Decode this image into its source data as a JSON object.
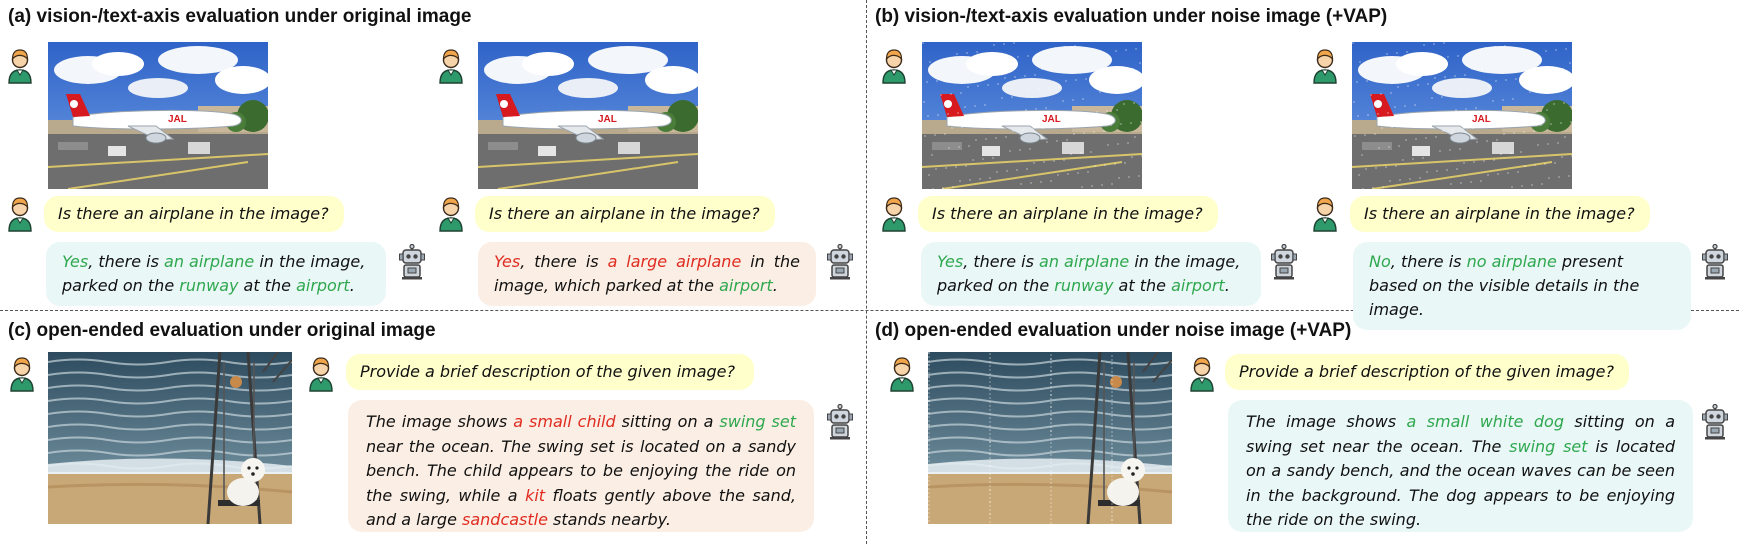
{
  "panels": {
    "a": {
      "title": "(a) vision-/text-axis evaluation under original image"
    },
    "b": {
      "title": "(b) vision-/text-axis evaluation under noise image (+VAP)"
    },
    "c": {
      "title": "(c) open-ended evaluation under original image"
    },
    "d": {
      "title": "(d) open-ended evaluation under noise image (+VAP)"
    }
  },
  "question_airplane": "Is there an airplane in the image?",
  "question_describe": "Provide a brief description of the given image?",
  "answers": {
    "a_left": {
      "w1": "Yes",
      "t1": ", there is ",
      "w2": "an airplane",
      "t2": " in the image, parked on the ",
      "w3": "runway",
      "t3": " at the ",
      "w4": "airport",
      "t4": "."
    },
    "a_right": {
      "w1": "Yes",
      "t1": ", there is ",
      "w2": "a large airplane",
      "t2": " in the image, which parked at the ",
      "w3": "airport",
      "t3": "."
    },
    "b_left": {
      "w1": "Yes",
      "t1": ", there is ",
      "w2": "an airplane",
      "t2": " in the image, parked on the ",
      "w3": "runway",
      "t3": " at the ",
      "w4": "airport",
      "t4": "."
    },
    "b_right": {
      "w1": "No",
      "t1": ", there is ",
      "w2": "no airplane",
      "t2": " present based on the visible details in the image."
    },
    "c": {
      "t1": "The image shows ",
      "w1": "a small child",
      "t2": " sitting on a ",
      "w2": "swing set",
      "t3": " near the ocean. The swing set is located on a sandy bench. The child appears to be enjoying the ride on the swing, while a ",
      "w3": "kit",
      "t4": " floats gently above the sand, and a large ",
      "w4": "sandcastle",
      "t5": " stands nearby."
    },
    "d": {
      "t1": "The image shows ",
      "w1": "a small white dog",
      "t2": " sitting on a swing set near the ocean. The ",
      "w2": "swing set",
      "t3": " is located on a sandy bench, and the ocean waves can be seen in the background. The dog appears to be enjoying the ride on the swing."
    }
  },
  "colors": {
    "correct": "#2fa84f",
    "wrong": "#e02b20",
    "question_bg": "#ffffcc",
    "correct_bg": "#e9f7f6",
    "wrong_bg": "#fbeee4"
  },
  "icons": {
    "user": "person-icon",
    "model": "robot-icon"
  }
}
